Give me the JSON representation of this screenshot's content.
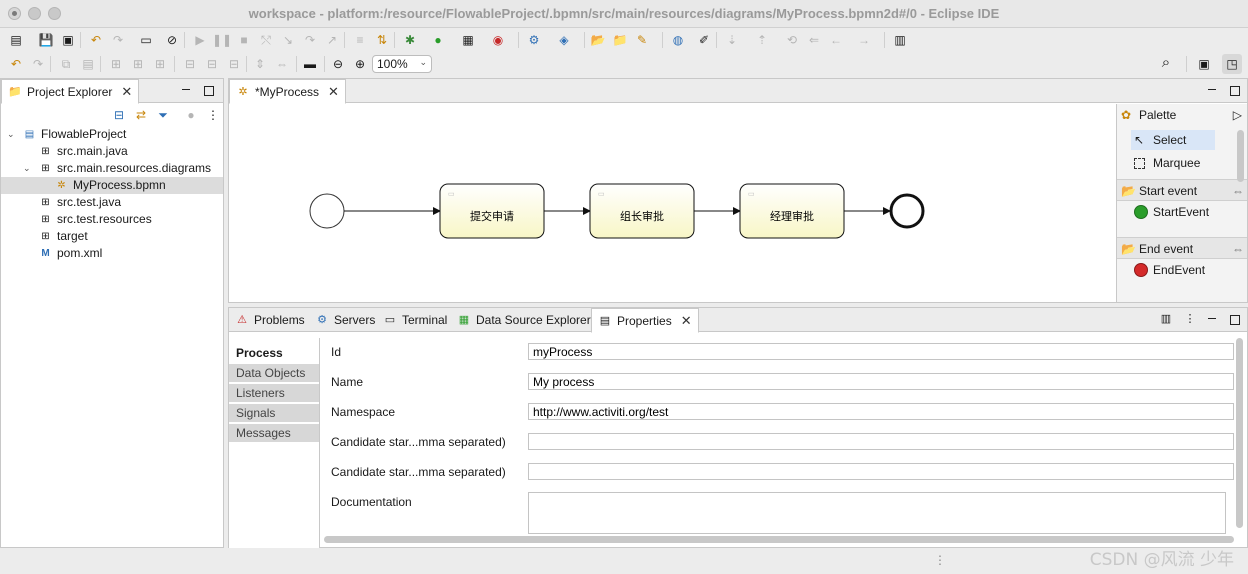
{
  "window": {
    "title": "workspace - platform:/resource/FlowableProject/.bpmn/src/main/resources/diagrams/MyProcess.bpmn2d#/0 - Eclipse IDE"
  },
  "toolbar": {
    "zoom_value": "100%"
  },
  "project_explorer": {
    "tab_label": "Project Explorer",
    "tree": [
      {
        "label": "FlowableProject",
        "icon": "project-icon"
      },
      {
        "label": "src.main.java",
        "icon": "package-icon"
      },
      {
        "label": "src.main.resources.diagrams",
        "icon": "package-icon"
      },
      {
        "label": "MyProcess.bpmn",
        "icon": "bpmn-file-icon",
        "selected": true
      },
      {
        "label": "src.test.java",
        "icon": "package-icon"
      },
      {
        "label": "src.test.resources",
        "icon": "package-icon"
      },
      {
        "label": "target",
        "icon": "package-icon"
      },
      {
        "label": "pom.xml",
        "icon": "maven-file-icon"
      }
    ]
  },
  "editor": {
    "tab_label": "*MyProcess",
    "diagram": {
      "tasks": [
        "提交申请",
        "组长审批",
        "经理审批"
      ]
    },
    "palette": {
      "title": "Palette",
      "tools": [
        "Select",
        "Marquee"
      ],
      "groups": [
        {
          "label": "Start event",
          "items": [
            "StartEvent"
          ]
        },
        {
          "label": "End event",
          "items": [
            "EndEvent"
          ]
        }
      ]
    }
  },
  "bottom_panel": {
    "tabs": [
      "Problems",
      "Servers",
      "Terminal",
      "Data Source Explorer",
      "Properties"
    ],
    "properties": {
      "sections": [
        "Process",
        "Data Objects",
        "Listeners",
        "Signals",
        "Messages"
      ],
      "fields": [
        {
          "label": "Id",
          "value": "myProcess"
        },
        {
          "label": "Name",
          "value": "My process"
        },
        {
          "label": "Namespace",
          "value": "http://www.activiti.org/test"
        },
        {
          "label": "Candidate star...mma separated)",
          "value": ""
        },
        {
          "label": "Candidate star...mma separated)",
          "value": ""
        }
      ],
      "documentation_label": "Documentation",
      "documentation_value": ""
    }
  },
  "watermark": "CSDN @风流 少年",
  "colors": {
    "task_fill": "#fdfdd6",
    "task_stroke": "#111111",
    "accent_green": "#2a9d2a",
    "accent_red": "#d42a2a"
  }
}
